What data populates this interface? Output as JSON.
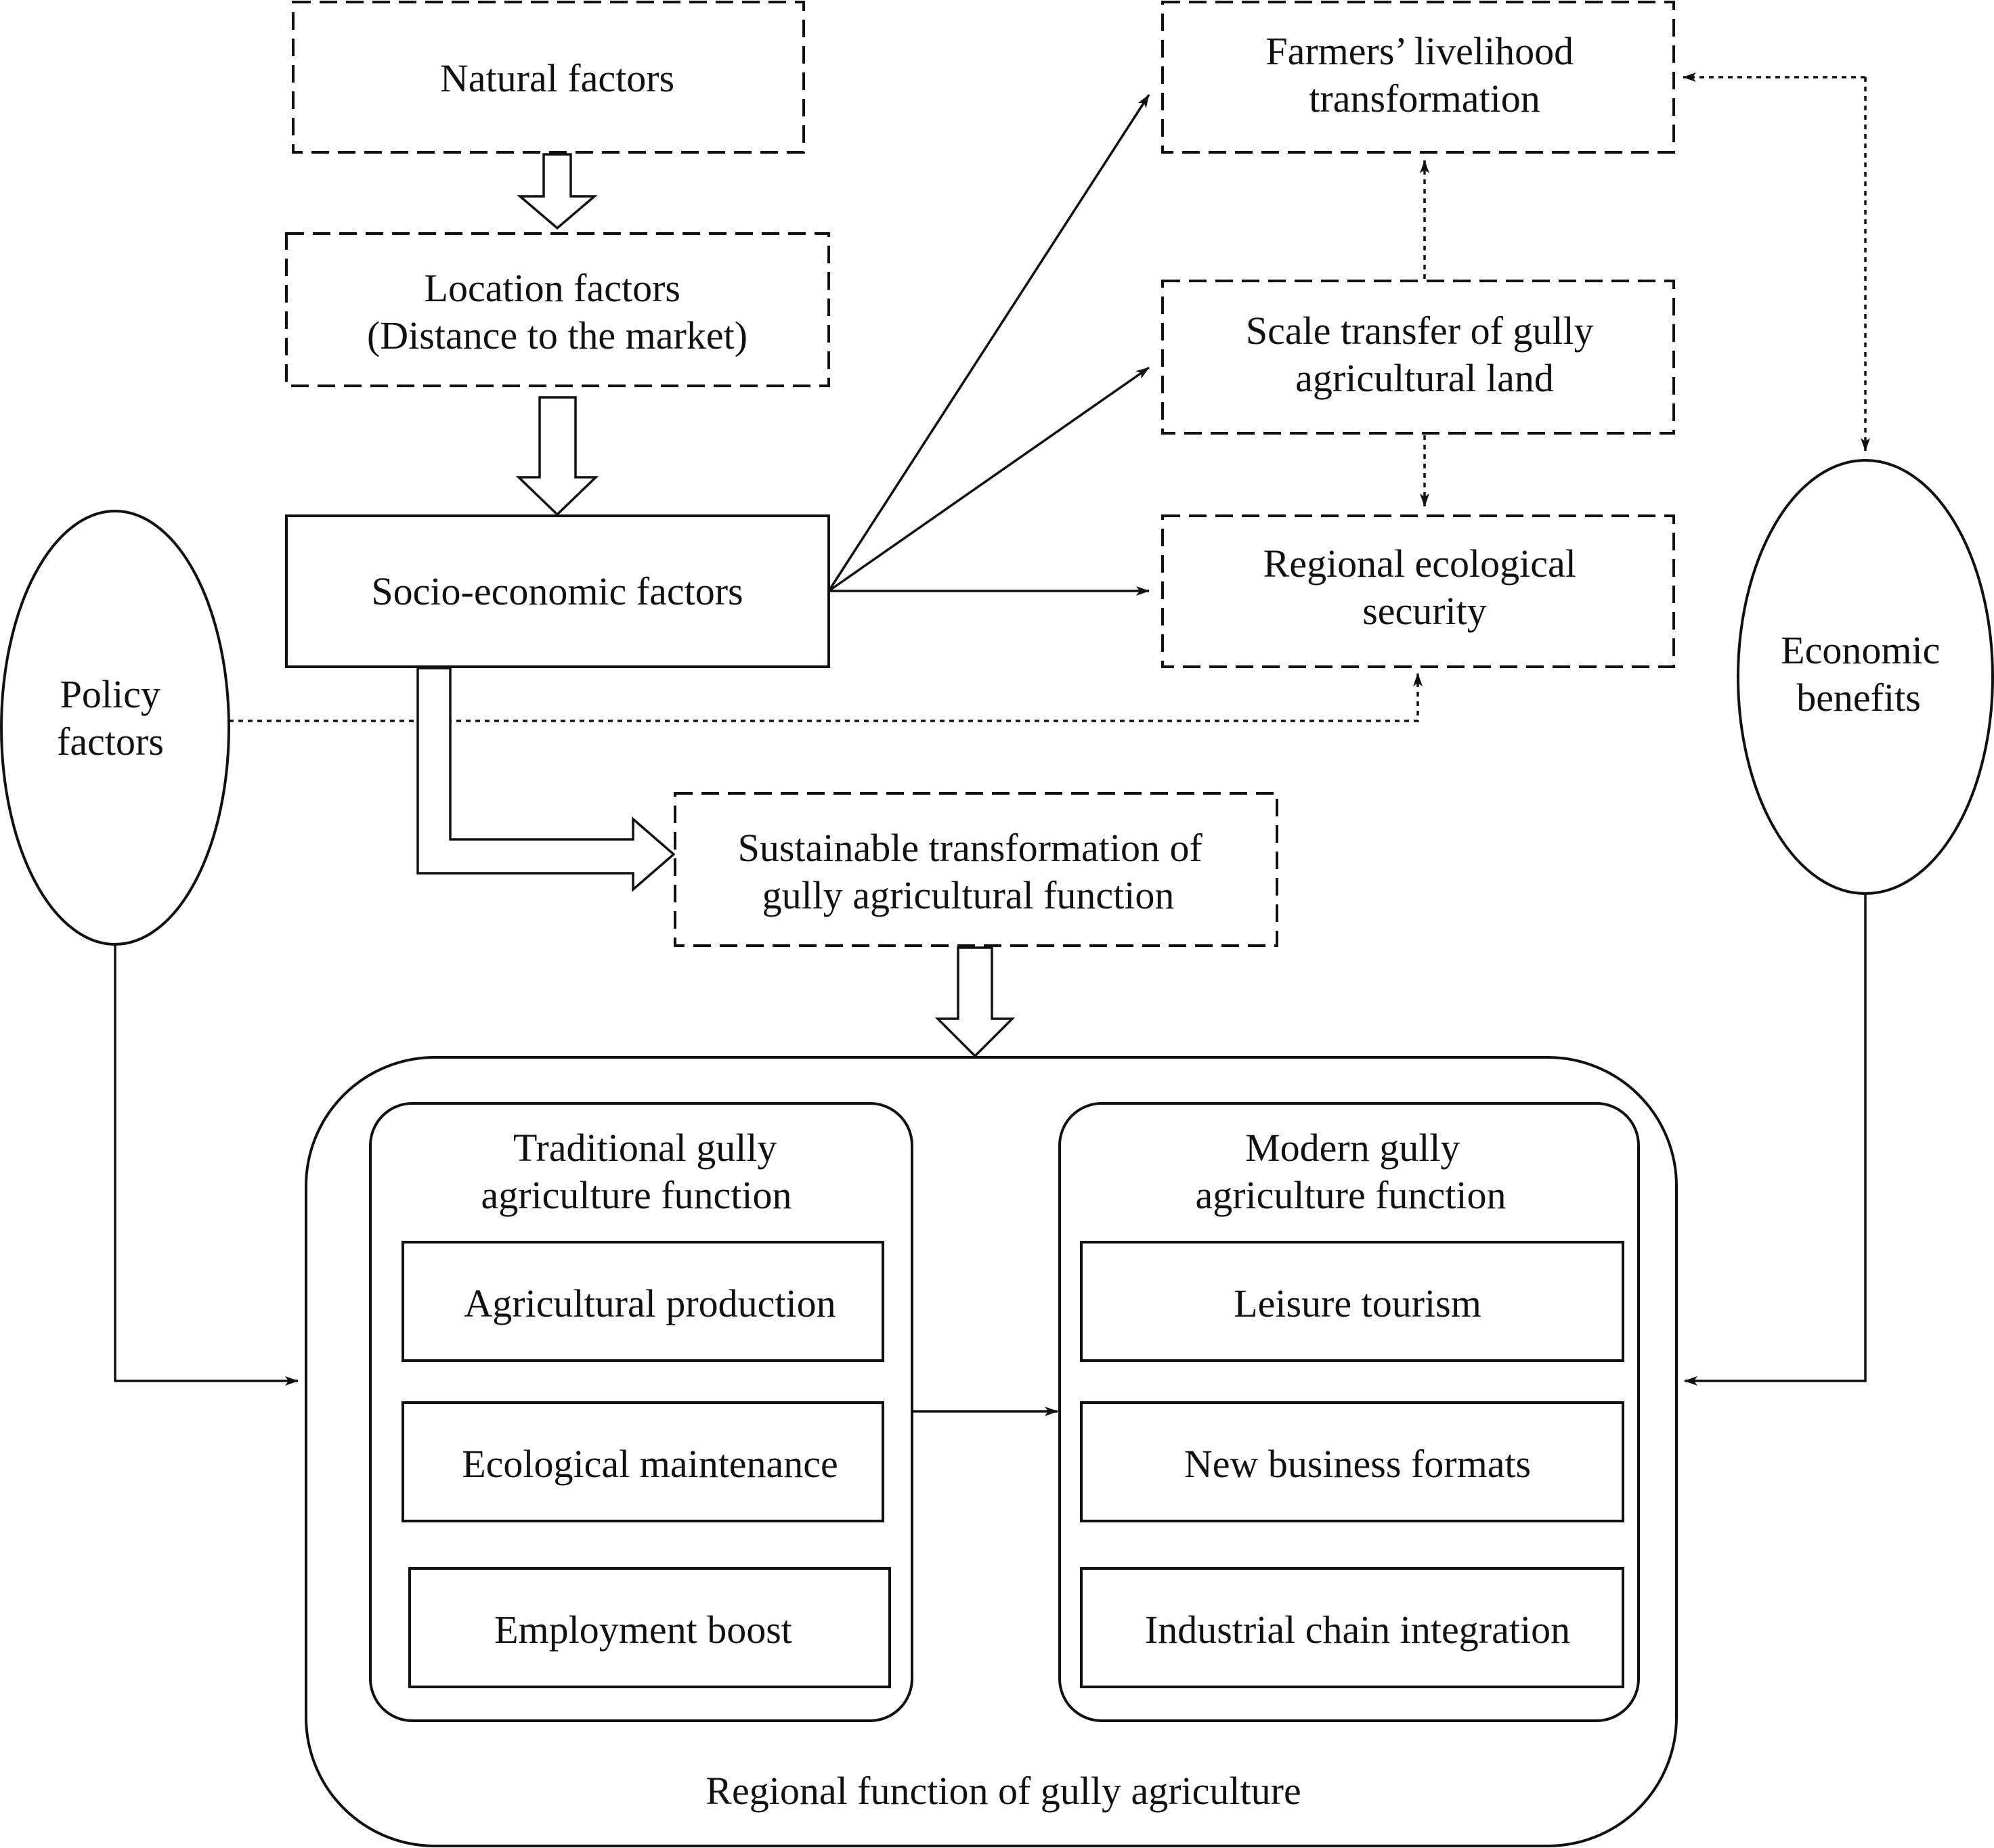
{
  "nodes": {
    "natural_factors": [
      "Natural factors"
    ],
    "location_factors": [
      "Location factors",
      "(Distance to the market)"
    ],
    "socio_economic_factors": [
      "Socio-economic factors"
    ],
    "farmers_livelihood": [
      "Farmers’ livelihood",
      "transformation"
    ],
    "scale_transfer": [
      "Scale transfer of gully",
      "agricultural land"
    ],
    "regional_ecological_security": [
      "Regional ecological",
      "security"
    ],
    "policy_factors": [
      "Policy",
      "factors"
    ],
    "economic_benefits": [
      "Economic",
      "benefits"
    ],
    "sustainable_transformation": [
      "Sustainable transformation of",
      "gully agricultural function"
    ]
  },
  "regional_function": {
    "label": "Regional function of gully agriculture",
    "traditional": {
      "title": [
        "Traditional gully",
        "agriculture function"
      ],
      "items": [
        "Agricultural production",
        "Ecological maintenance",
        "Employment boost"
      ]
    },
    "modern": {
      "title": [
        "Modern gully",
        "agriculture function"
      ],
      "items": [
        "Leisure tourism",
        "New business formats",
        "Industrial chain integration"
      ]
    }
  }
}
